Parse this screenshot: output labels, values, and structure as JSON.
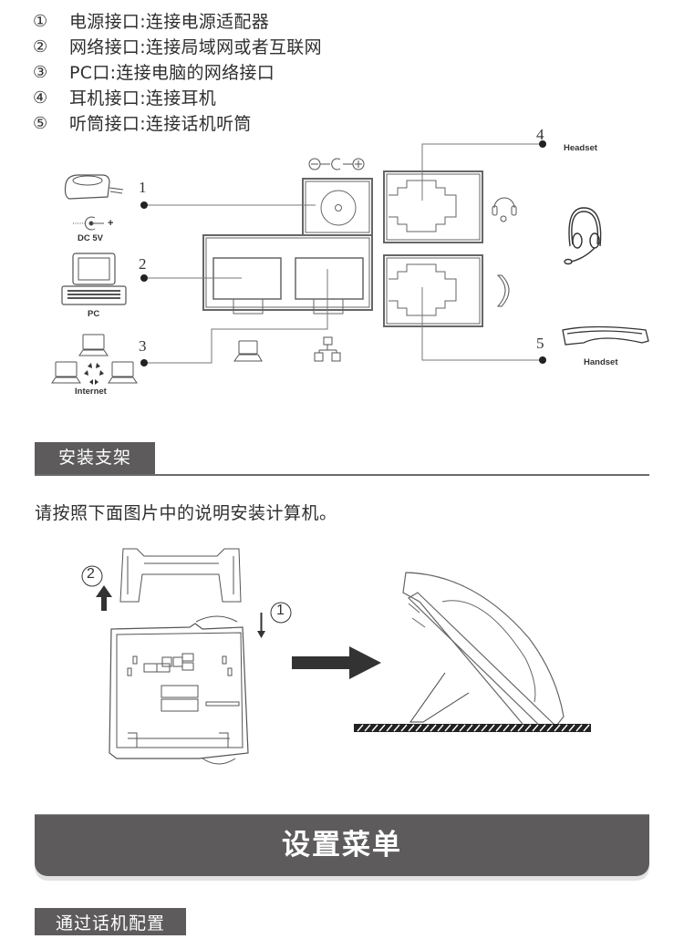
{
  "ports": [
    {
      "num": "①",
      "text": "电源接口:连接电源适配器"
    },
    {
      "num": "②",
      "text": "网络接口:连接局域网或者互联网"
    },
    {
      "num": "③",
      "text": "PC口:连接电脑的网络接口"
    },
    {
      "num": "④",
      "text": "耳机接口:连接耳机"
    },
    {
      "num": "⑤",
      "text": "听筒接口:连接话机听筒"
    }
  ],
  "diagram": {
    "callouts": [
      "1",
      "2",
      "3",
      "4",
      "5"
    ],
    "labels": {
      "dc": "DC 5V",
      "pc": "PC",
      "internet": "Internet",
      "headset": "Headset",
      "handset": "Handset"
    },
    "polarity": {
      "minus": "−",
      "plus": "+"
    }
  },
  "section_stand": {
    "title": "安装支架",
    "instruction": "请按照下面图片中的说明安装计算机。",
    "steps": [
      "1",
      "2"
    ]
  },
  "banner": {
    "title": "设置菜单"
  },
  "subsection": {
    "title": "通过话机配置"
  },
  "colors": {
    "header_bg": "#5d5b5c",
    "text": "#2f2f2f",
    "line": "#6b6b6b"
  }
}
